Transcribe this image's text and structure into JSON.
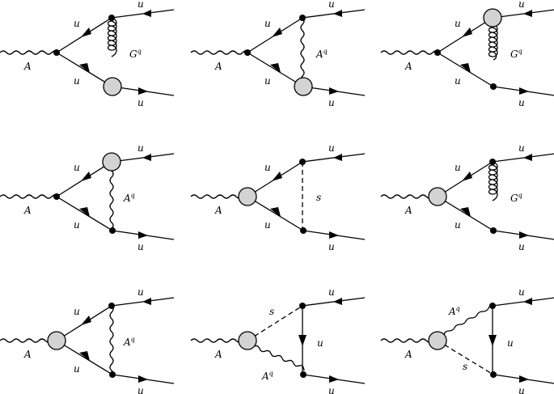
{
  "figure": {
    "description": "Nine one-loop Feynman diagrams for photon A coupling to u quark pair",
    "colors": {
      "line": "#000000",
      "blob": "#d3d3d3",
      "background": "#ffffff"
    },
    "diagrams": [
      {
        "id": "d1",
        "row": 1,
        "col": 1,
        "external": "A",
        "left_upper": "u",
        "left_lower": "u",
        "exchange": "G",
        "exchange_sup": "q",
        "exchange_type": "gluon",
        "out_top": "u",
        "out_bottom": "u",
        "blob_at": "bottom-vertex"
      },
      {
        "id": "d2",
        "row": 1,
        "col": 2,
        "external": "A",
        "left_upper": "u",
        "left_lower": "u",
        "exchange": "A",
        "exchange_sup": "q",
        "exchange_type": "photon",
        "out_top": "u",
        "out_bottom": "u",
        "blob_at": "bottom-vertex"
      },
      {
        "id": "d3",
        "row": 1,
        "col": 3,
        "external": "A",
        "left_upper": "u",
        "left_lower": "u",
        "exchange": "G",
        "exchange_sup": "q",
        "exchange_type": "gluon",
        "out_top": "u",
        "out_bottom": "u",
        "blob_at": "top-vertex"
      },
      {
        "id": "d4",
        "row": 2,
        "col": 1,
        "external": "A",
        "left_upper": "u",
        "left_lower": "u",
        "exchange": "A",
        "exchange_sup": "q",
        "exchange_type": "photon",
        "out_top": "u",
        "out_bottom": "u",
        "blob_at": "top-vertex"
      },
      {
        "id": "d5",
        "row": 2,
        "col": 2,
        "external": "A",
        "left_upper": "u",
        "left_lower": "u",
        "exchange": "s",
        "exchange_sup": "",
        "exchange_type": "scalar",
        "out_top": "u",
        "out_bottom": "u",
        "blob_at": "left-vertex"
      },
      {
        "id": "d6",
        "row": 2,
        "col": 3,
        "external": "A",
        "left_upper": "u",
        "left_lower": "u",
        "exchange": "G",
        "exchange_sup": "q",
        "exchange_type": "gluon",
        "out_top": "u",
        "out_bottom": "u",
        "blob_at": "left-vertex"
      },
      {
        "id": "d7",
        "row": 3,
        "col": 1,
        "external": "A",
        "left_upper": "u",
        "left_lower": "u",
        "exchange": "A",
        "exchange_sup": "q",
        "exchange_type": "photon",
        "out_top": "u",
        "out_bottom": "u",
        "blob_at": "left-vertex"
      },
      {
        "id": "d8",
        "row": 3,
        "col": 2,
        "external": "A",
        "left_upper": "s",
        "left_upper_type": "scalar",
        "left_lower": "A",
        "left_lower_sup": "q",
        "left_lower_type": "photon",
        "exchange": "u",
        "exchange_type": "fermion",
        "out_top": "u",
        "out_bottom": "u",
        "blob_at": "left-vertex"
      },
      {
        "id": "d9",
        "row": 3,
        "col": 3,
        "external": "A",
        "left_upper": "A",
        "left_upper_sup": "q",
        "left_upper_type": "photon",
        "left_lower": "s",
        "left_lower_type": "scalar",
        "exchange": "u",
        "exchange_type": "fermion",
        "out_top": "u",
        "out_bottom": "u",
        "blob_at": "left-vertex"
      }
    ]
  },
  "labels": {
    "A": "A",
    "u": "u",
    "s": "s",
    "G": "G",
    "q": "q"
  }
}
